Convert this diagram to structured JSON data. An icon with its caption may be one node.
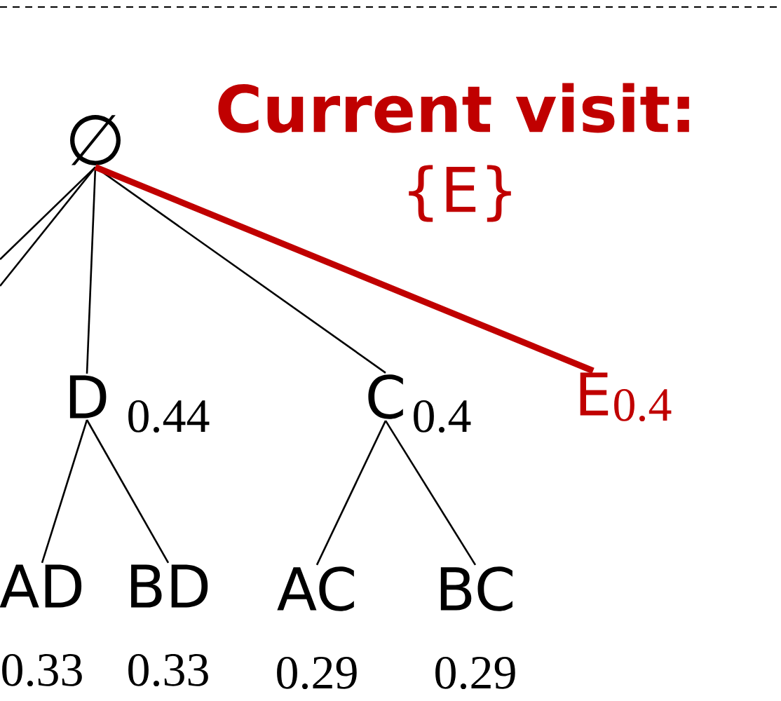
{
  "diagram": {
    "nodes": [
      {
        "text": [
          "∅"
        ]
      },
      {
        "text": [
          "D"
        ],
        "beside": [
          "0.44"
        ]
      },
      {
        "text": [
          "C"
        ],
        "beside": [
          "0.4"
        ]
      },
      {
        "text": [
          "E"
        ],
        "beside": [
          "0.4"
        ]
      },
      {
        "text": [
          "AD"
        ],
        "beside": [
          "0.33"
        ]
      },
      {
        "text": [
          "BD"
        ],
        "beside": [
          "0.33"
        ]
      },
      {
        "text": [
          "AC"
        ],
        "beside": [
          "0.29"
        ]
      },
      {
        "text": [
          "BC"
        ],
        "beside": [
          "0.29"
        ]
      }
    ],
    "edges": [
      {
        "from": 0,
        "to": null,
        "arrow": "none"
      },
      {
        "from": 0,
        "to": null,
        "arrow": "none"
      },
      {
        "from": 0,
        "to": 1,
        "arrow": "none"
      },
      {
        "from": 0,
        "to": 2,
        "arrow": "none"
      },
      {
        "from": 0,
        "to": 3,
        "arrow": "none",
        "style": "thick",
        "color": "#c00000"
      },
      {
        "from": 1,
        "to": 4,
        "arrow": "none"
      },
      {
        "from": 1,
        "to": 5,
        "arrow": "none"
      },
      {
        "from": 2,
        "to": 6,
        "arrow": "none"
      },
      {
        "from": 2,
        "to": 7,
        "arrow": "none"
      }
    ],
    "labels": [
      "Current visit:",
      "{E}"
    ]
  }
}
